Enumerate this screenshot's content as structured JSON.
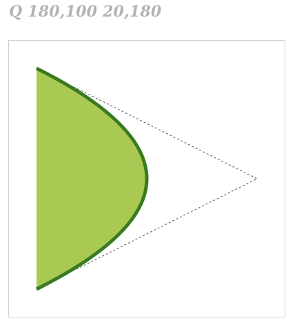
{
  "caption": {
    "text": "Q 180,100 20,180"
  },
  "curve": {
    "command": "quadratic-bezier",
    "start": [
      20,
      20
    ],
    "control": [
      180,
      100
    ],
    "end": [
      20,
      180
    ],
    "fill_color": "#a9c952",
    "stroke_color": "#3a7a22",
    "guide_color": "#555555"
  },
  "viewbox": {
    "range": [
      200,
      200
    ]
  }
}
